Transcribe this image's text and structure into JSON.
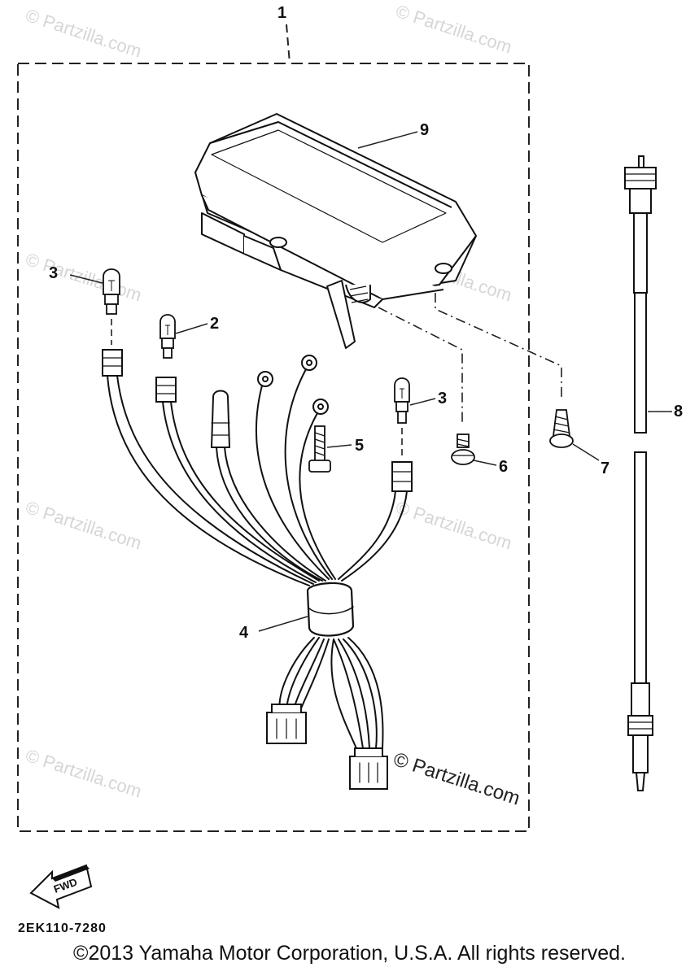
{
  "diagram": {
    "assembly_callout": "1",
    "callouts": [
      {
        "id": "lamp_a",
        "label": "3"
      },
      {
        "id": "lamp_b",
        "label": "2"
      },
      {
        "id": "lamp_c",
        "label": "3"
      },
      {
        "id": "harness",
        "label": "4"
      },
      {
        "id": "screw_5",
        "label": "5"
      },
      {
        "id": "screw_6",
        "label": "6"
      },
      {
        "id": "screw_7",
        "label": "7"
      },
      {
        "id": "cable",
        "label": "8"
      },
      {
        "id": "meter",
        "label": "9"
      }
    ],
    "fwd_label": "FWD",
    "drawing_code": "2EK110-7280"
  },
  "watermark": {
    "text": "© Partzilla.com"
  },
  "footer": {
    "copyright": "©2013  Yamaha Motor Corporation, U.S.A. All rights reserved."
  }
}
